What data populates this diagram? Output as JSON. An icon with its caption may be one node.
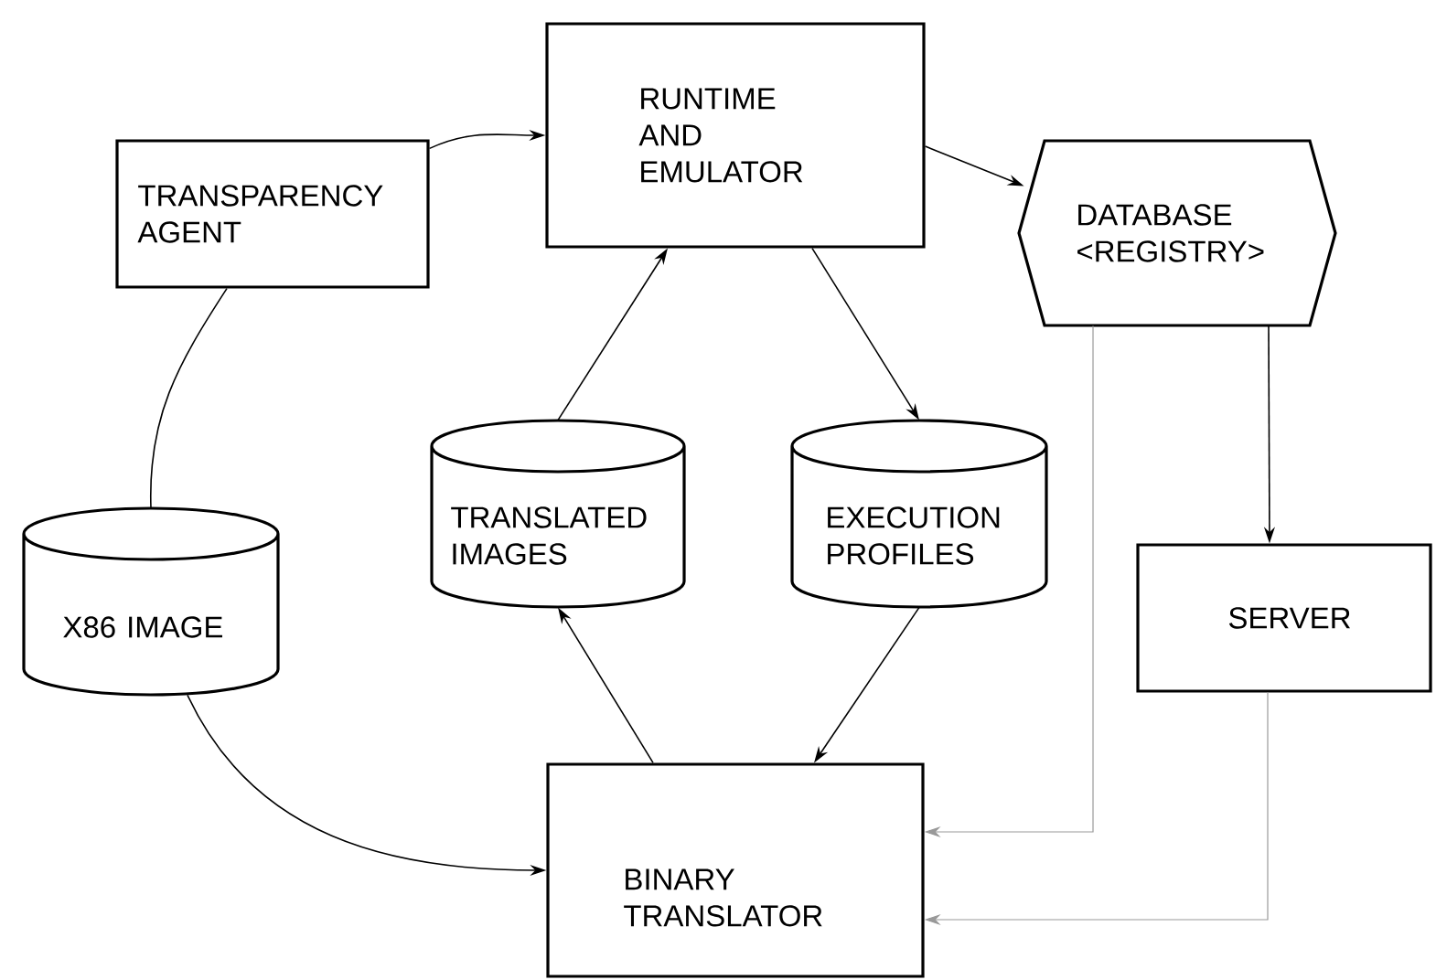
{
  "diagram": {
    "nodes": [
      {
        "text": [
          "TRANSPARENCY AGENT"
        ]
      },
      {
        "text": [
          "RUNTIME AND EMULATOR"
        ]
      },
      {
        "text": [
          "DATABASE <REGISTRY>"
        ]
      },
      {
        "text": [
          "X86 IMAGE"
        ]
      },
      {
        "text": [
          "TRANSLATED IMAGES"
        ]
      },
      {
        "text": [
          "EXECUTION PROFILES"
        ]
      },
      {
        "text": [
          "SERVER"
        ]
      },
      {
        "text": [
          "BINARY TRANSLATOR"
        ]
      }
    ],
    "edges": [
      {
        "from": 0,
        "to": 1,
        "arrow": "to"
      },
      {
        "from": 3,
        "to": 0,
        "arrow": "none"
      },
      {
        "from": 4,
        "to": 1,
        "arrow": "to"
      },
      {
        "from": 1,
        "to": 5,
        "arrow": "to"
      },
      {
        "from": 1,
        "to": 2,
        "arrow": "to"
      },
      {
        "from": 3,
        "to": 7,
        "arrow": "to"
      },
      {
        "from": 7,
        "to": 4,
        "arrow": "to"
      },
      {
        "from": 5,
        "to": 7,
        "arrow": "to"
      },
      {
        "from": 2,
        "to": 7,
        "arrow": "to",
        "color": "#999999"
      },
      {
        "from": 2,
        "to": 6,
        "arrow": "to"
      },
      {
        "from": 6,
        "to": 7,
        "arrow": "to",
        "color": "#999999"
      }
    ]
  }
}
